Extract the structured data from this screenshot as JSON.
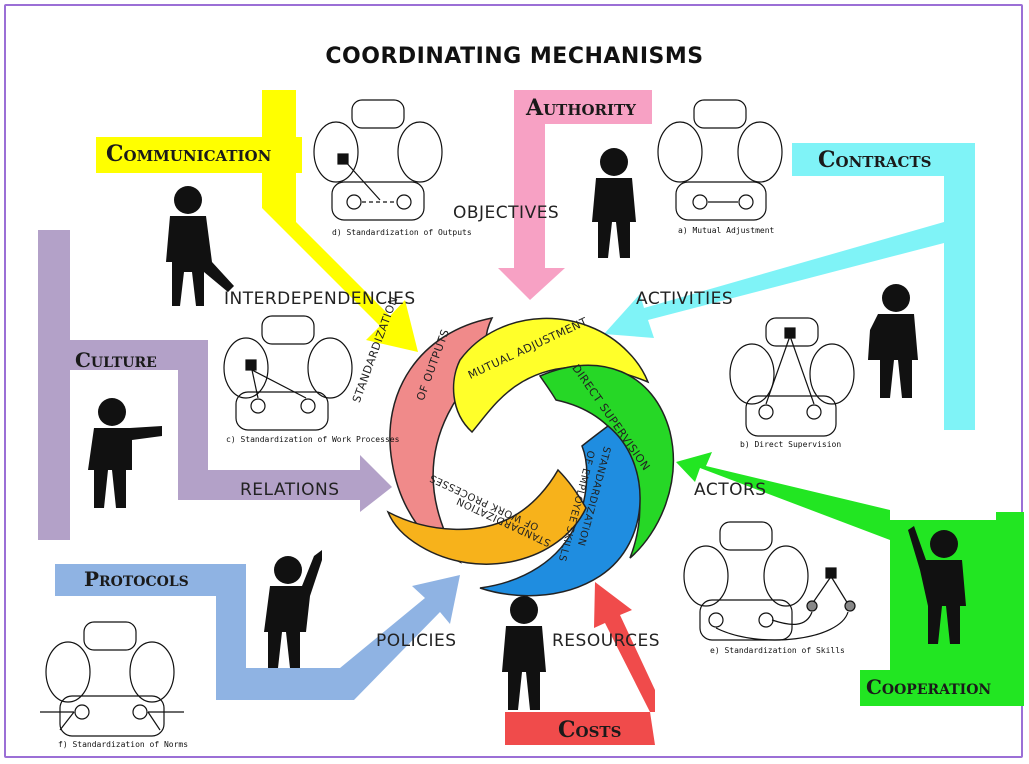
{
  "title": "COORDINATING MECHANISMS",
  "categories": {
    "communication": "Communication",
    "authority": "Authority",
    "contracts": "Contracts",
    "culture": "Culture",
    "protocols": "Protocols",
    "costs": "Costs",
    "cooperation": "Cooperation"
  },
  "flows": {
    "objectives": "OBJECTIVES",
    "interdependencies": "INTERDEPENDENCIES",
    "activities": "ACTIVITIES",
    "relations": "RELATIONS",
    "actors": "ACTORS",
    "policies": "POLICIES",
    "resources": "RESOURCES"
  },
  "wheel": {
    "outputs_line1": "STANDARDIZATION",
    "outputs_line2": "OF OUTPUTS",
    "mutual": "MUTUAL ADJUSTMENT",
    "direct": "DIRECT SUPERVISION",
    "skills_line1": "STANDARDIZATION",
    "skills_line2": "OF EMPLOYEE SKILLS",
    "work_line1": "STANDARDIZATION",
    "work_line2": "OF WORK PROCESSES"
  },
  "captions": {
    "outputs": "d) Standardization of Outputs",
    "mutual": "a) Mutual Adjustment",
    "work": "c) Standardization of Work Processes",
    "direct": "b) Direct Supervision",
    "skills": "e) Standardization of Skills",
    "norms": "f) Standardization of Norms"
  },
  "colors": {
    "communication": "#ffff00",
    "authority": "#f7a1c4",
    "contracts": "#7ff3f7",
    "culture": "#b3a1c8",
    "protocols": "#8fb3e3",
    "costs": "#f04b4b",
    "cooperation": "#22e622",
    "frame": "#9b6fd6",
    "seg_outputs": "#f08a8a",
    "seg_mutual": "#ffff2a",
    "seg_direct": "#26d726",
    "seg_skills": "#1f8de0",
    "seg_work": "#f7b21b"
  }
}
